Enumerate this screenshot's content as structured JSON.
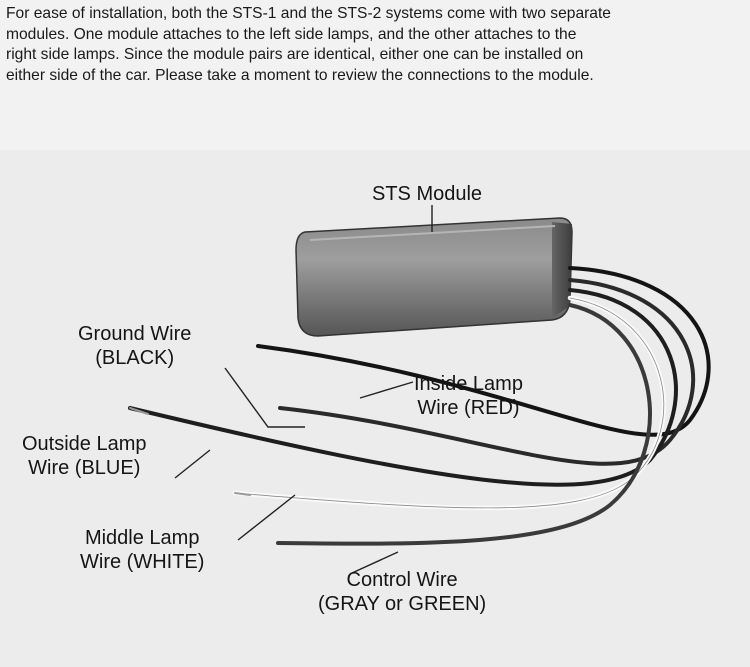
{
  "intro": {
    "lines": [
      "For ease of installation, both the STS-1 and the STS-2 systems come with two separate",
      "modules.  One module attaches to the left side lamps, and the other attaches to the",
      "right side lamps.  Since the module pairs are identical, either one can be installed on",
      "either side of the car.  Please take a moment to review the connections to the module."
    ]
  },
  "labels": {
    "module": "STS Module",
    "ground": {
      "line1": "Ground Wire",
      "line2": "(BLACK)"
    },
    "inside": {
      "line1": "Inside Lamp",
      "line2": "Wire (RED)"
    },
    "outside": {
      "line1": "Outside Lamp",
      "line2": "Wire (BLUE)"
    },
    "middle": {
      "line1": "Middle Lamp",
      "line2": "Wire (WHITE)"
    },
    "control": {
      "line1": "Control Wire",
      "line2": "(GRAY or GREEN)"
    }
  }
}
